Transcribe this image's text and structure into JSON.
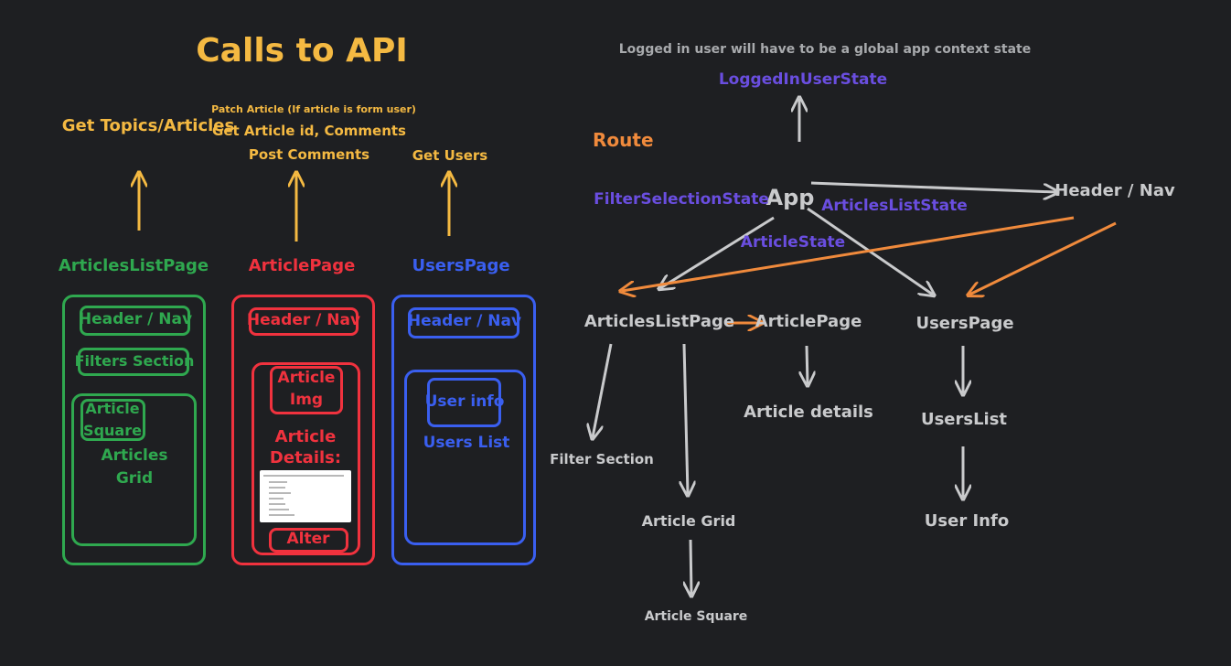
{
  "left": {
    "title": "Calls to API",
    "calls": {
      "topics": "Get Topics/Articles",
      "patch": "Patch Article (If article is form user)",
      "article": "Get Article id, Comments",
      "post": "Post Comments",
      "users": "Get Users"
    },
    "pages": {
      "articles_list": {
        "title": "ArticlesListPage",
        "header": "Header / Nav",
        "filters": "Filters Section",
        "square": [
          "Article",
          "Square"
        ],
        "grid": [
          "Articles",
          "Grid"
        ]
      },
      "article": {
        "title": "ArticlePage",
        "header": "Header / Nav",
        "img": [
          "Article",
          "Img"
        ],
        "details": [
          "Article",
          "Details:"
        ],
        "alter": "Alter"
      },
      "users": {
        "title": "UsersPage",
        "header": "Header / Nav",
        "user_info": "User info",
        "users_list": "Users List"
      }
    }
  },
  "right": {
    "note": "Logged in user will have to be a global app context state",
    "logged_in_state": "LoggedInUserState",
    "route": "Route",
    "app": "App",
    "filter_state": "FilterSelectionState",
    "articles_list_state": "ArticlesListState",
    "article_state": "ArticleState",
    "header_nav": "Header / Nav",
    "articles_list_page": "ArticlesListPage",
    "article_page": "ArticlePage",
    "users_page": "UsersPage",
    "filter_section": "Filter Section",
    "article_grid": "Article Grid",
    "article_square": "Article Square",
    "article_details": "Article details",
    "users_list": "UsersList",
    "user_info": "User Info"
  },
  "colors": {
    "background": "#1e1f22",
    "yellow": "#f4b942",
    "green": "#2fa84f",
    "red": "#f0323e",
    "blue": "#3a5ff0",
    "purple": "#6a4ee0",
    "orange": "#f08a3c",
    "gray": "#c9cacc"
  }
}
